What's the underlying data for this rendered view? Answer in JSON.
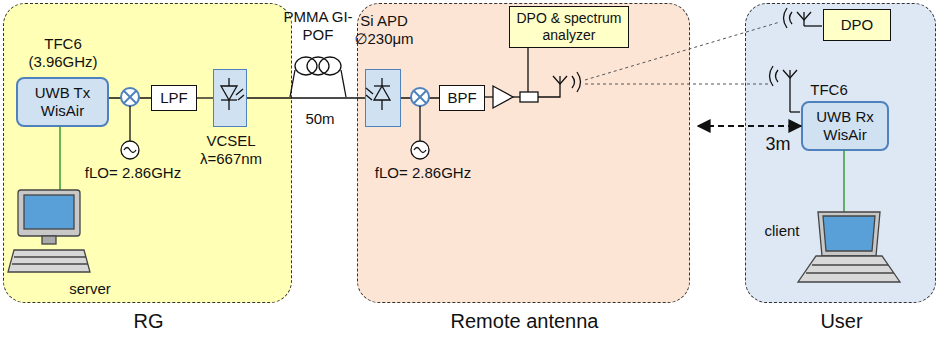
{
  "diagram": {
    "nodes": [
      {
        "text": [
          "RG"
        ]
      },
      {
        "text": [
          "TFC6 (3.96GHz)",
          "UWB Tx WisAir"
        ],
        "in": 0
      },
      {
        "text": [
          "LPF"
        ],
        "in": 0
      },
      {
        "text": [
          "VCSEL λ=667nm"
        ],
        "in": 0
      },
      {
        "text": [
          "Remote antenna"
        ]
      },
      {
        "text": [
          "Si APD ∅230μm"
        ],
        "in": 4
      },
      {
        "text": [
          "BPF"
        ],
        "in": 4
      },
      {
        "text": [
          "DPO & spectrum analyzer"
        ],
        "in": 4
      },
      {
        "text": [
          "User"
        ]
      },
      {
        "text": [
          "DPO"
        ],
        "in": 8
      },
      {
        "text": [
          "TFC6",
          "UWB Rx WisAir"
        ],
        "in": 8
      }
    ],
    "edges": [
      {
        "from": 1,
        "to": 2,
        "arrow": "none"
      },
      {
        "from": 2,
        "to": 3,
        "arrow": "none"
      },
      {
        "from": 3,
        "to": 5,
        "arrow": "none"
      },
      {
        "from": 5,
        "to": 6,
        "arrow": "none"
      },
      {
        "from": 4,
        "to": 10,
        "label": "3m",
        "arrow": "both"
      }
    ],
    "labels": [
      "fLO= 2.86GHz",
      "fLO= 2.86GHz",
      "server",
      "client",
      "PMMA GI-POF",
      "50m"
    ]
  }
}
